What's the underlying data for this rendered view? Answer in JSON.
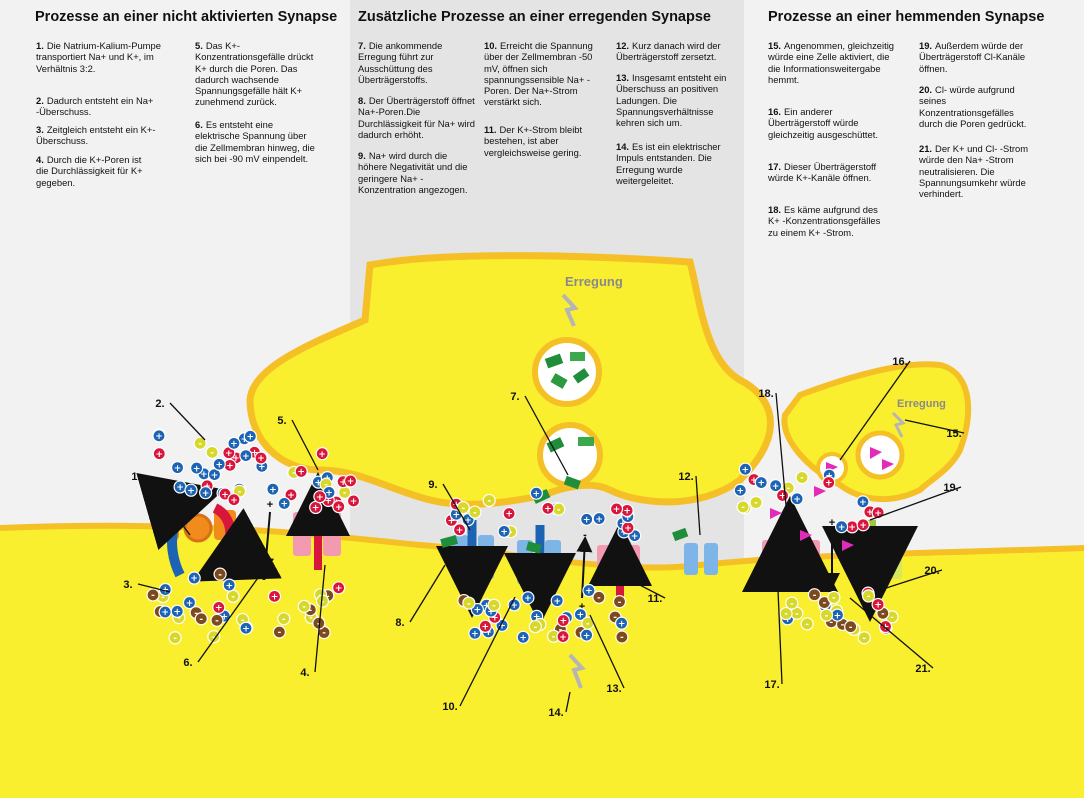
{
  "panels": [
    {
      "title": "Prozesse an einer nicht aktivierten Synapse",
      "columns": [
        [
          {
            "n": "1.",
            "text": "Die Natrium-Kalium-Pumpe transportiert Na+ und K+, im Verhältnis 3:2."
          },
          {
            "n": "2.",
            "text": "Dadurch entsteht ein Na+ -Überschuss."
          },
          {
            "n": "3.",
            "text": "Zeitgleich entsteht ein K+-Überschuss."
          },
          {
            "n": "4.",
            "text": "Durch die K+-Poren ist die Durchlässigkeit für K+ gegeben."
          }
        ],
        [
          {
            "n": "5.",
            "text": "Das K+-Konzentrationsgefälle drückt K+ durch die Poren. Das dadurch wachsende Spannungsgefälle hält K+ zunehmend zurück."
          },
          {
            "n": "6.",
            "text": "Es entsteht eine elektrische Spannung über die Zellmembran hinweg, die sich bei -90 mV einpendelt."
          }
        ]
      ]
    },
    {
      "title": "Zusätzliche Prozesse an einer erregenden Synapse",
      "columns": [
        [
          {
            "n": "7.",
            "text": "Die ankommende Erregung führt zur Ausschüttung des Überträgerstoffs."
          },
          {
            "n": "8.",
            "text": "Der Überträgerstoff öffnet Na+-Poren.Die Durchlässigkeit für Na+ wird dadurch erhöht."
          },
          {
            "n": "9.",
            "text": "Na+ wird durch die höhere Negativität und die geringere Na+ -Konzentration angezogen."
          }
        ],
        [
          {
            "n": "10.",
            "text": "Erreicht die Spannung über der Zellmembran -50 mV, öffnen sich spannungssensible Na+ -Poren. Der Na+-Strom verstärkt sich."
          },
          {
            "n": "11.",
            "text": "Der K+-Strom bleibt bestehen, ist aber vergleichsweise gering."
          }
        ],
        [
          {
            "n": "12.",
            "text": "Kurz danach wird der Überträgerstoff zersetzt."
          },
          {
            "n": "13.",
            "text": "Insgesamt entsteht ein Überschuss an positiven Ladungen. Die Spannungsverhältnisse kehren sich um."
          },
          {
            "n": "14.",
            "text": "Es ist ein elektrischer Impuls entstanden. Die Erregung wurde weitergeleitet."
          }
        ]
      ]
    },
    {
      "title": "Prozesse an einer hemmenden Synapse",
      "columns": [
        [
          {
            "n": "15.",
            "text": "Angenommen, gleichzeitig würde eine Zelle aktiviert, die die Informationsweitergabe hemmt."
          },
          {
            "n": "16.",
            "text": "Ein anderer Überträgerstoff würde gleichzeitig ausgeschüttet."
          },
          {
            "n": "17.",
            "text": "Dieser Überträgerstoff würde K+-Kanäle öffnen."
          },
          {
            "n": "18.",
            "text": "Es käme aufgrund des K+ -Konzentrationsgefälles zu einem K+ -Strom."
          }
        ],
        [
          {
            "n": "19.",
            "text": "Außerdem würde der Überträgerstoff Cl-Kanäle öffnen."
          },
          {
            "n": "20.",
            "text": "Cl- würde aufgrund seines Konzentrationsgefälles durch die Poren gedrückt."
          },
          {
            "n": "21.",
            "text": "Der K+ und Cl- -Strom würde den Na+ -Strom neutralisieren. Die Spannungsumkehr würde verhindert."
          }
        ]
      ]
    }
  ],
  "diagram": {
    "erregung_main": "Erregung",
    "erregung_small": "Erregung",
    "numbers": [
      "1.",
      "2.",
      "3.",
      "4.",
      "5.",
      "6.",
      "7.",
      "8.",
      "9.",
      "10.",
      "11.",
      "12.",
      "13.",
      "14.",
      "15.",
      "16.",
      "17.",
      "18.",
      "19.",
      "20.",
      "21."
    ],
    "signs": {
      "plus": "+",
      "minus": "-"
    }
  },
  "colors": {
    "cell": "#f9ef2e",
    "cell_border": "#f5c026",
    "na": "#1d63b3",
    "k": "#d8163b",
    "cl": "#d7d829",
    "anion": "#7d4a1f",
    "pump": "#f08b1c",
    "k_channel": "#f49ab0",
    "na_channel": "#7db5e8",
    "cl_channel": "#d7e65c",
    "transmitter": "#1f8d3a",
    "inhibitor": "#e22bb8"
  }
}
